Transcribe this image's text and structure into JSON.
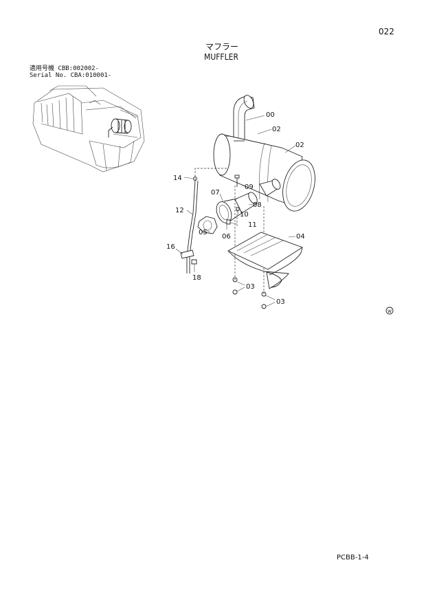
{
  "header": {
    "page_number": "022",
    "title_jp": "マフラー",
    "title_en": "MUFFLER"
  },
  "applicability": {
    "line1": "適用号機 CBB:002002-",
    "line2": "Serial No. CBA:010001-"
  },
  "parts": {
    "p00": "00",
    "p02a": "02",
    "p02b": "02",
    "p14": "14",
    "p09": "09",
    "p07": "07",
    "p08": "08",
    "p12": "12",
    "p10": "10",
    "p11": "11",
    "p05": "05",
    "p06": "06",
    "p04": "04",
    "p16": "16",
    "p18": "18",
    "p03a": "03",
    "p03b": "03"
  },
  "stamp": "W",
  "footer": {
    "code": "PCBB-1-4"
  }
}
